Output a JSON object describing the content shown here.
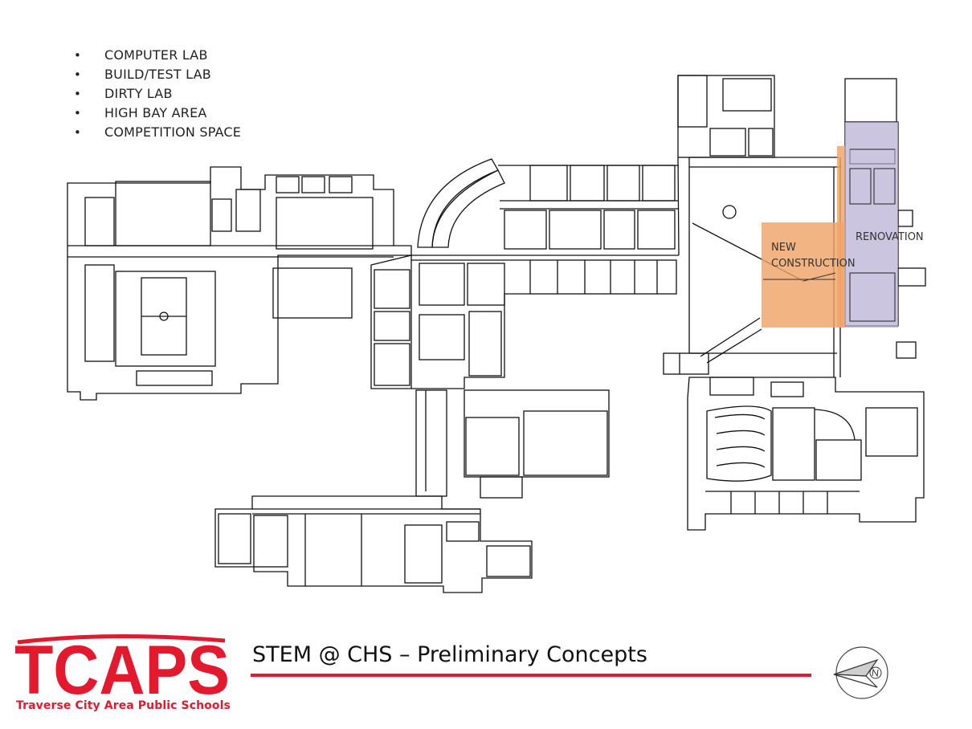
{
  "program_list": {
    "bullet_glyph": "•",
    "items": [
      {
        "label": "COMPUTER LAB"
      },
      {
        "label": "BUILD/TEST LAB"
      },
      {
        "label": "DIRTY LAB"
      },
      {
        "label": "HIGH BAY AREA"
      },
      {
        "label": "COMPETITION SPACE"
      }
    ]
  },
  "zones": {
    "new_construction": {
      "label_line1": "NEW",
      "label_line2": "CONSTRUCTION",
      "color": "#f0a468"
    },
    "renovation": {
      "label": "RENOVATION",
      "color": "#b8aed3"
    }
  },
  "footer": {
    "title": "STEM @ CHS – Preliminary Concepts",
    "rule_color": "#e3192e",
    "logo": {
      "wordmark": "TCAPS",
      "tagline": "Traverse City Area Public Schools",
      "color": "#e3192e"
    },
    "north_arrow_icon": "compass-north-arrow-icon"
  }
}
